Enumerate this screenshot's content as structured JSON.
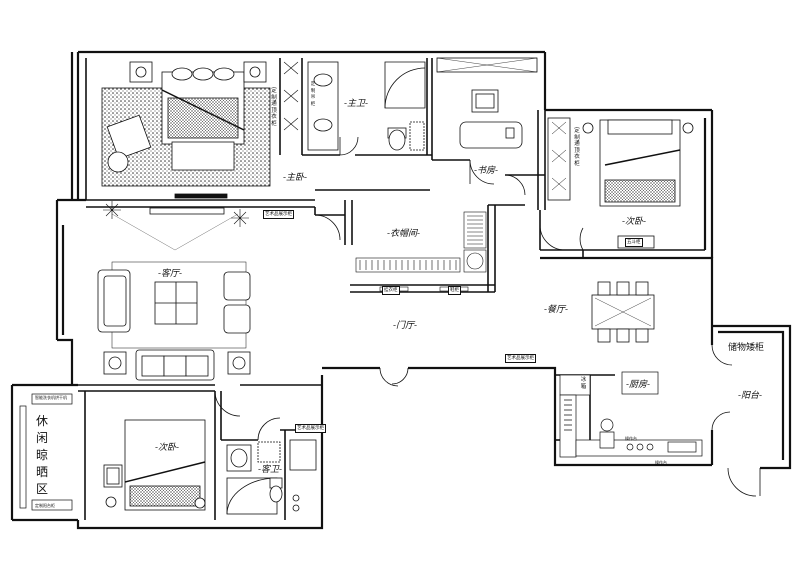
{
  "rooms": {
    "master_bedroom": "-主卧-",
    "master_bath": "-主卫-",
    "study": "-书房-",
    "second_bedroom_east": "-次卧-",
    "living_room": "-客厅-",
    "walk_in_closet": "-衣帽间-",
    "dining": "-餐厅-",
    "foyer": "-门厅-",
    "kitchen": "-厨房-",
    "balcony": "-阳台-",
    "second_bedroom_west": "-次卧-",
    "guest_bath": "-客卫-",
    "leisure_area": [
      "休",
      "闲",
      "晾",
      "晒",
      "区"
    ]
  },
  "fixtures": {
    "master_wardrobe": "定制通顶衣柜",
    "master_bath_cabinet": "定制吊柜",
    "east_wardrobe": "定制通顶衣柜",
    "art_display": "艺术品展示柜",
    "five_drawer": "五斗柜",
    "shoe_cabinet": "鞋柜",
    "closet_small_a": "挂衣柜",
    "closet_small_b": "鞋柜",
    "art_cabinet_foyer": "艺术品展示柜",
    "bath_art_cabinet": "艺术品展示柜",
    "fridge": "冰箱",
    "storage_cabinet": "储物矮柜",
    "laundry_top": "智能洗衣机烘干机",
    "laundry_bottom": "定制阳台柜",
    "kitchen_counter_a": "操作台",
    "kitchen_counter_b": "操作台"
  },
  "colors": {
    "wall": "#111111",
    "background": "#ffffff",
    "rug_pattern": "#555555"
  }
}
